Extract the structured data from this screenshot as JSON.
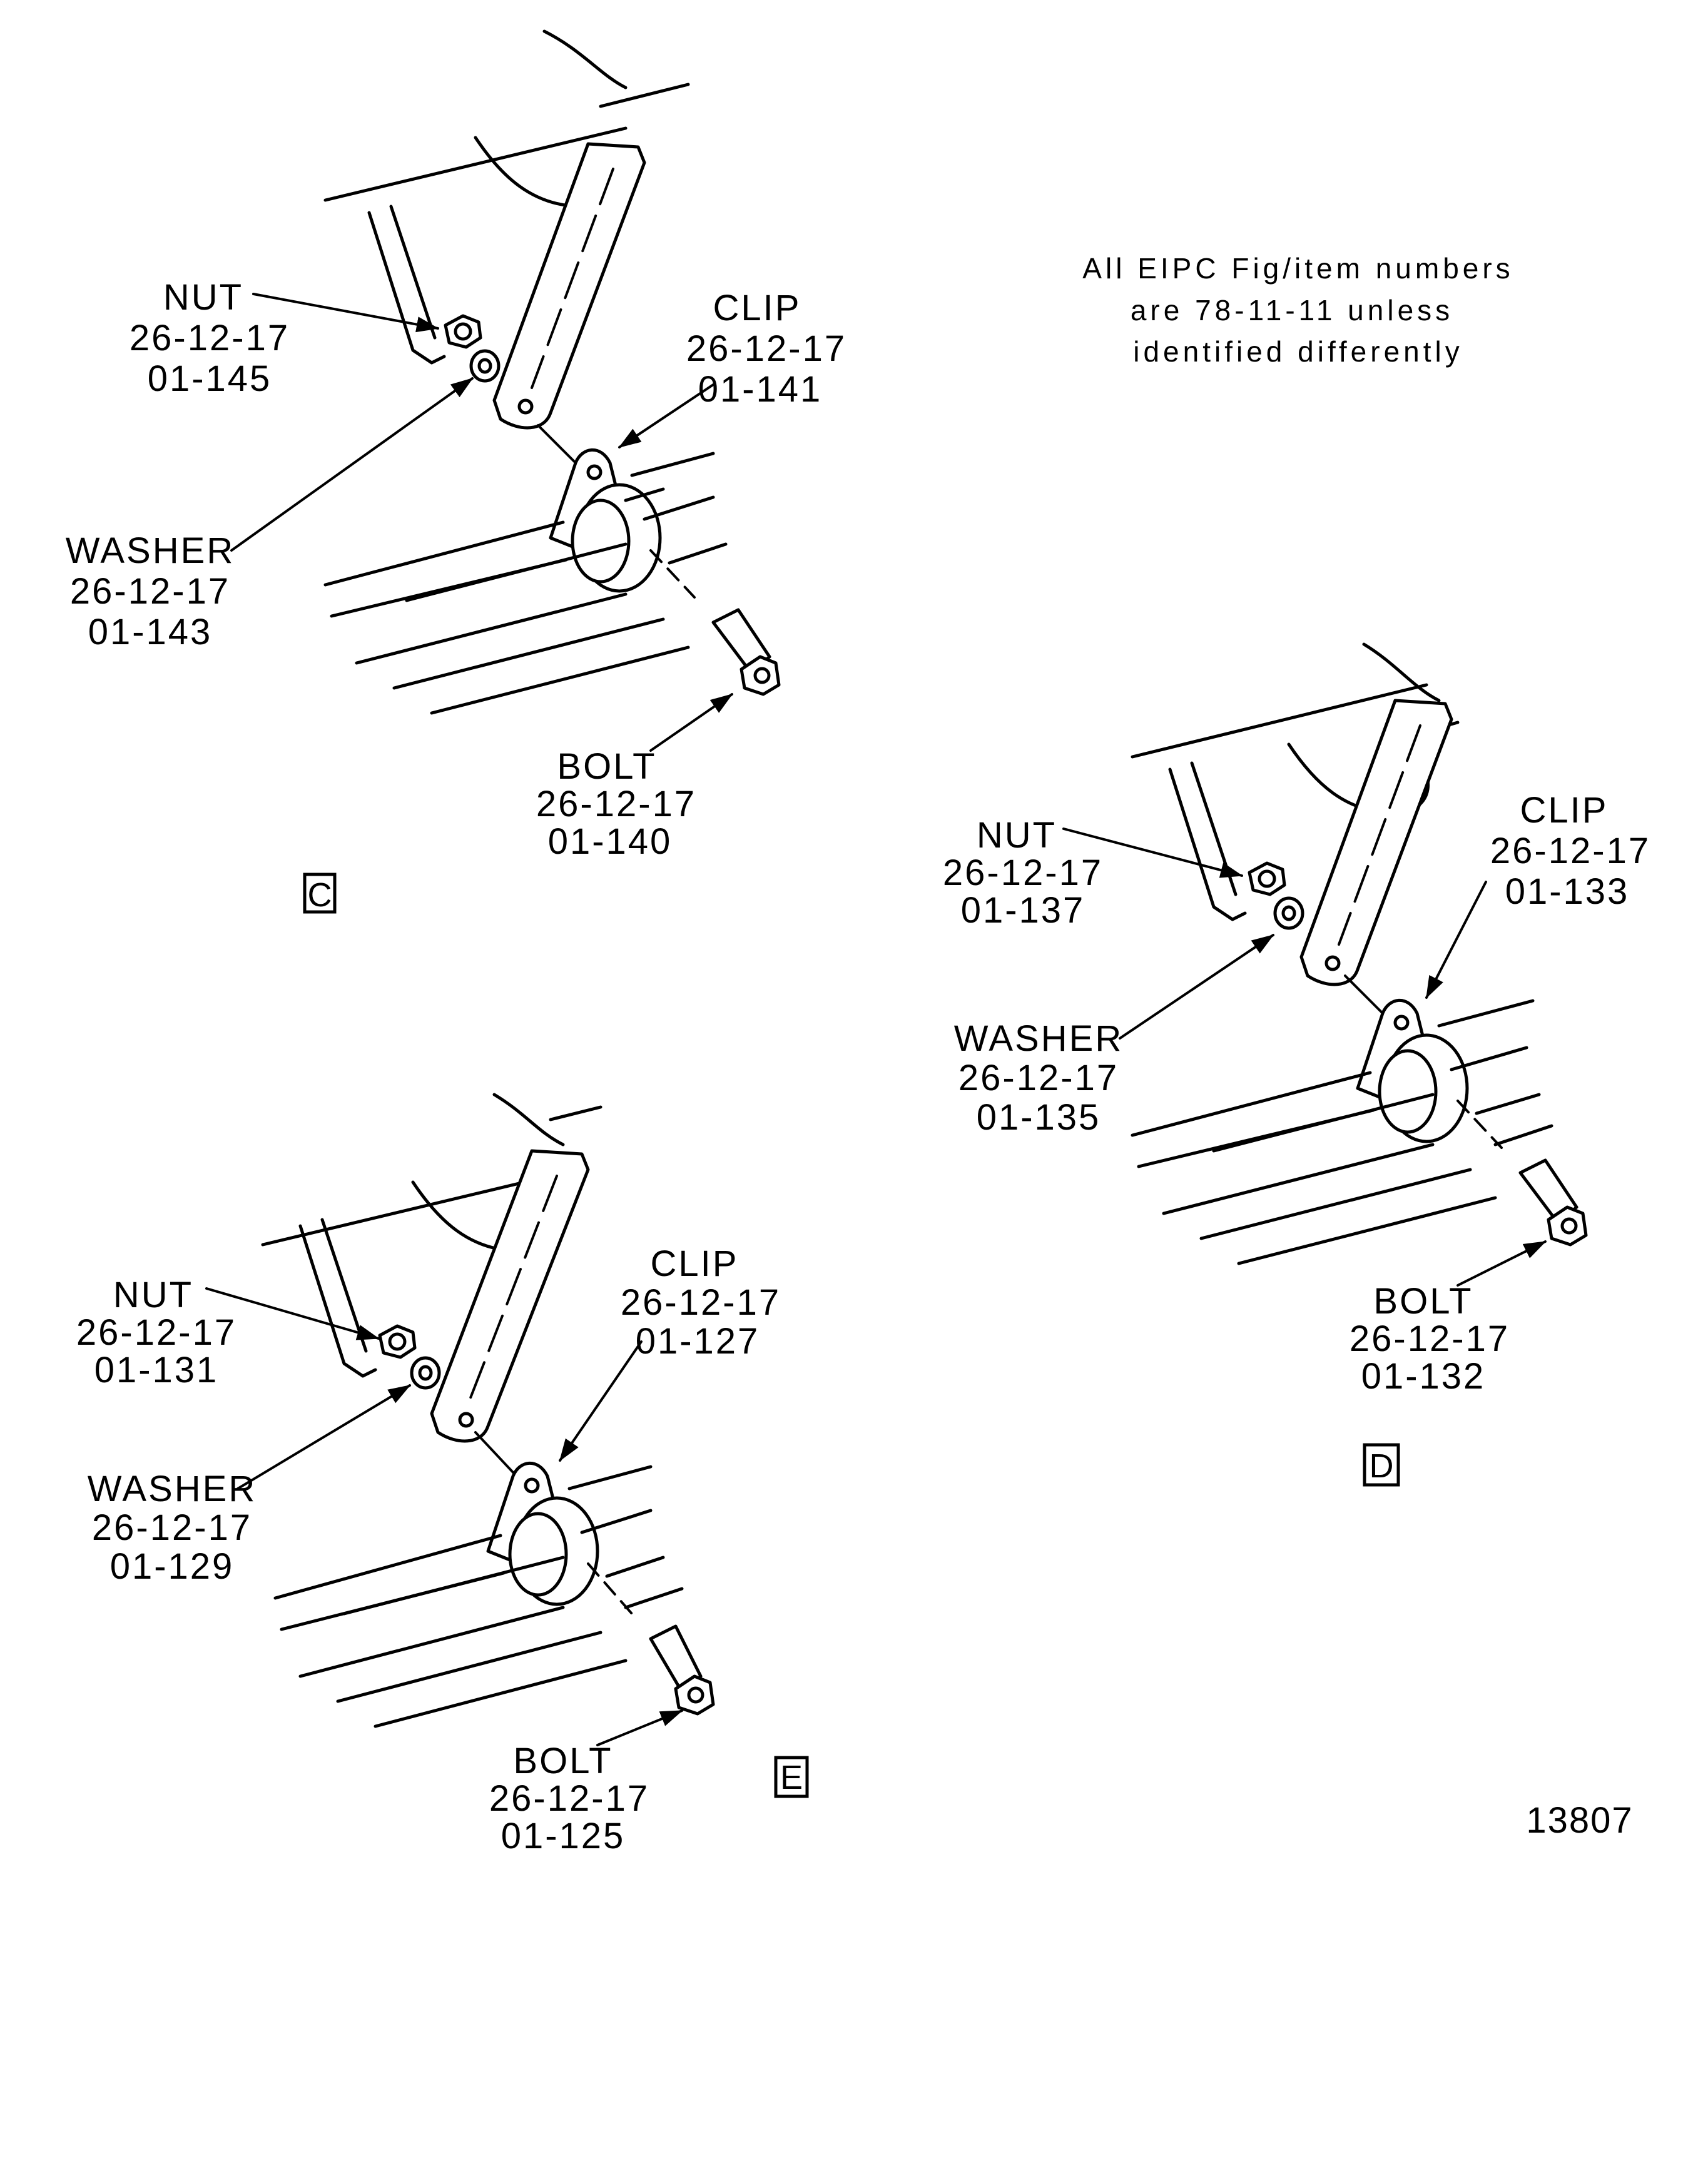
{
  "note": {
    "line1": "All EIPC Fig/item numbers",
    "line2": "are 78-11-11 unless",
    "line3": "identified differently"
  },
  "figure_number": "13807",
  "views": [
    {
      "letter": "C",
      "nut": {
        "name": "NUT",
        "ref": "26-12-17",
        "item": "01-145"
      },
      "washer": {
        "name": "WASHER",
        "ref": "26-12-17",
        "item": "01-143"
      },
      "clip": {
        "name": "CLIP",
        "ref": "26-12-17",
        "item": "01-141"
      },
      "bolt": {
        "name": "BOLT",
        "ref": "26-12-17",
        "item": "01-140"
      }
    },
    {
      "letter": "D",
      "nut": {
        "name": "NUT",
        "ref": "26-12-17",
        "item": "01-137"
      },
      "washer": {
        "name": "WASHER",
        "ref": "26-12-17",
        "item": "01-135"
      },
      "clip": {
        "name": "CLIP",
        "ref": "26-12-17",
        "item": "01-133"
      },
      "bolt": {
        "name": "BOLT",
        "ref": "26-12-17",
        "item": "01-132"
      }
    },
    {
      "letter": "E",
      "nut": {
        "name": "NUT",
        "ref": "26-12-17",
        "item": "01-131"
      },
      "washer": {
        "name": "WASHER",
        "ref": "26-12-17",
        "item": "01-129"
      },
      "clip": {
        "name": "CLIP",
        "ref": "26-12-17",
        "item": "01-127"
      },
      "bolt": {
        "name": "BOLT",
        "ref": "26-12-17",
        "item": "01-125"
      }
    }
  ]
}
